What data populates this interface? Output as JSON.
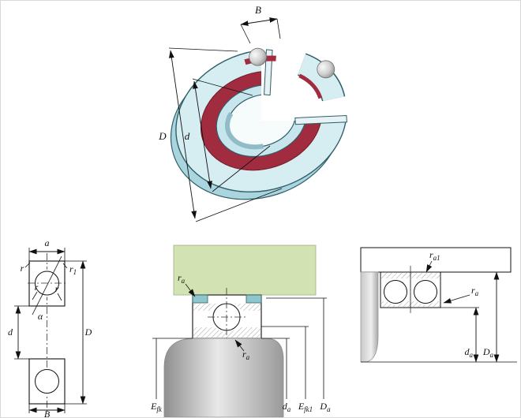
{
  "colors": {
    "ring_fill": "#d6edf2",
    "ring_side": "#abd5de",
    "cage_red": "#a12c3f",
    "housing_green": "#d3e2b2",
    "seat_teal": "#8fc6cc"
  },
  "iso_view": {
    "dim_B": "B",
    "dim_D": "D",
    "dim_d": "d"
  },
  "cross_section": {
    "dim_a": "a",
    "dim_r": "r",
    "dim_r1": {
      "base": "r",
      "sub": "1"
    },
    "dim_d": "d",
    "dim_D": "D",
    "dim_B": "B",
    "dim_alpha": "α"
  },
  "mid_view": {
    "dim_ra": {
      "base": "r",
      "sub": "a"
    },
    "dim_Efk": {
      "base": "E",
      "sub": "fk"
    },
    "dim_da": {
      "base": "d",
      "sub": "a"
    },
    "dim_Efk1": {
      "base": "E",
      "sub": "fk1"
    },
    "dim_Da": {
      "base": "D",
      "sub": "a"
    }
  },
  "right_view": {
    "dim_ra1": {
      "base": "r",
      "sub": "a1"
    },
    "dim_ra": {
      "base": "r",
      "sub": "a"
    },
    "dim_da": {
      "base": "d",
      "sub": "a"
    },
    "dim_Da": {
      "base": "D",
      "sub": "a"
    }
  }
}
